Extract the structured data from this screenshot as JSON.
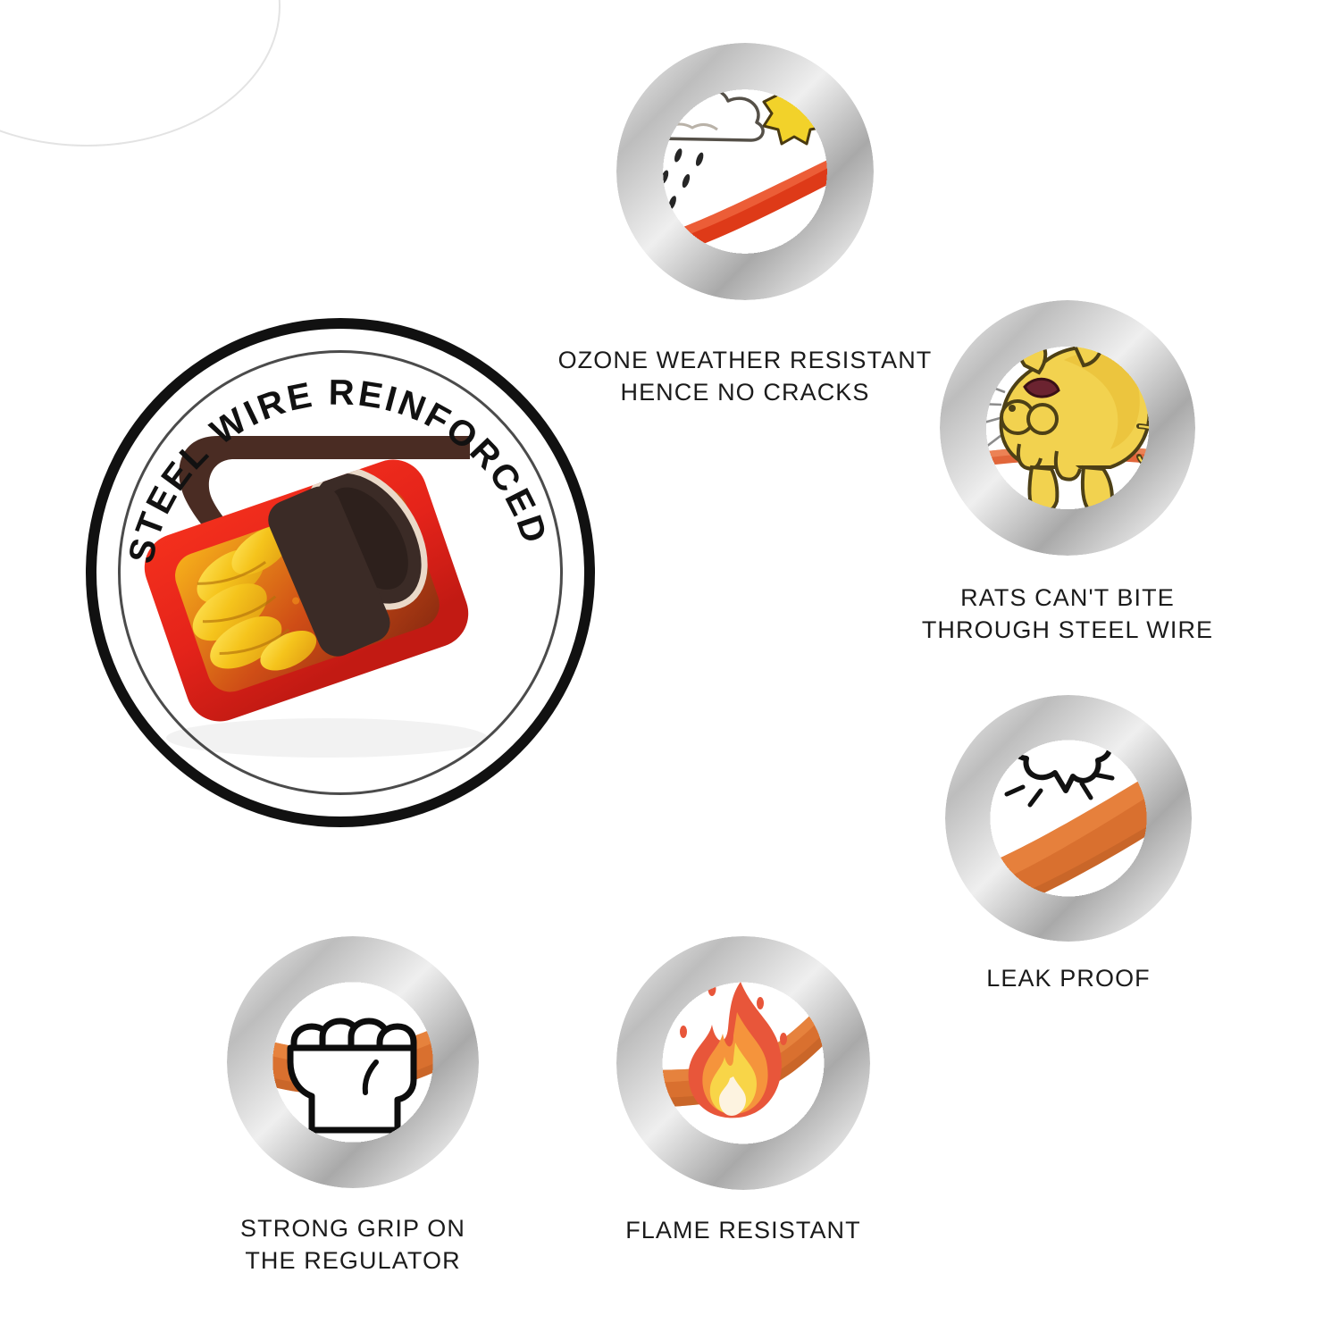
{
  "page": {
    "title": "LPG Gas Hose Pipe Feature Infographic",
    "background_color": "#ffffff",
    "text_color": "#1b1b1b"
  },
  "badge": {
    "name": "steel-wire-reinforced-badge",
    "curved_text": "STEEL WIRE REINFORCED",
    "illustration": "cut-away-hose-with-steel-wire-braid-and-arrow",
    "colors": {
      "ring": "#111111",
      "inner_ring": "#4b4b4b",
      "hose_outer": "#e8231a",
      "wire_braid": "#f2c51f",
      "bore": "#3a2b26",
      "arrow": "#4a2c23"
    }
  },
  "features": [
    {
      "id": "ozone-weather-resistant",
      "caption": "OZONE WEATHER RESISTANT\nHENCE NO CRACKS",
      "icons": [
        "sun-icon",
        "rain-cloud-icon",
        "hose-icon"
      ],
      "hose_color": "#de3a18"
    },
    {
      "id": "rats-cant-bite",
      "caption": "RATS CAN'T BITE\nTHROUGH STEEL WIRE",
      "icons": [
        "rat-icon",
        "hose-icon"
      ],
      "hose_color": "#e1663a"
    },
    {
      "id": "leak-proof",
      "caption": "LEAK PROOF",
      "icons": [
        "burst-puff-icon",
        "hose-icon"
      ],
      "hose_color": "#d9702f"
    },
    {
      "id": "strong-grip-on-regulator",
      "caption": "STRONG GRIP ON\nTHE REGULATOR",
      "icons": [
        "fist-icon",
        "hose-icon"
      ],
      "hose_color": "#d9702f"
    },
    {
      "id": "flame-resistant",
      "caption": "FLAME RESISTANT",
      "icons": [
        "flame-icon",
        "hose-icon"
      ],
      "hose_color": "#d9702f"
    }
  ],
  "palette": {
    "hose_red": "#de3a18",
    "hose_orange": "#d9702f",
    "ring_silver": "#bdbdbd",
    "rat_yellow": "#f2d24f",
    "sun_yellow": "#f2d22a",
    "flame_red": "#e8563a",
    "flame_orange": "#f5943c",
    "flame_yellow": "#f8d548",
    "ink": "#111111"
  }
}
